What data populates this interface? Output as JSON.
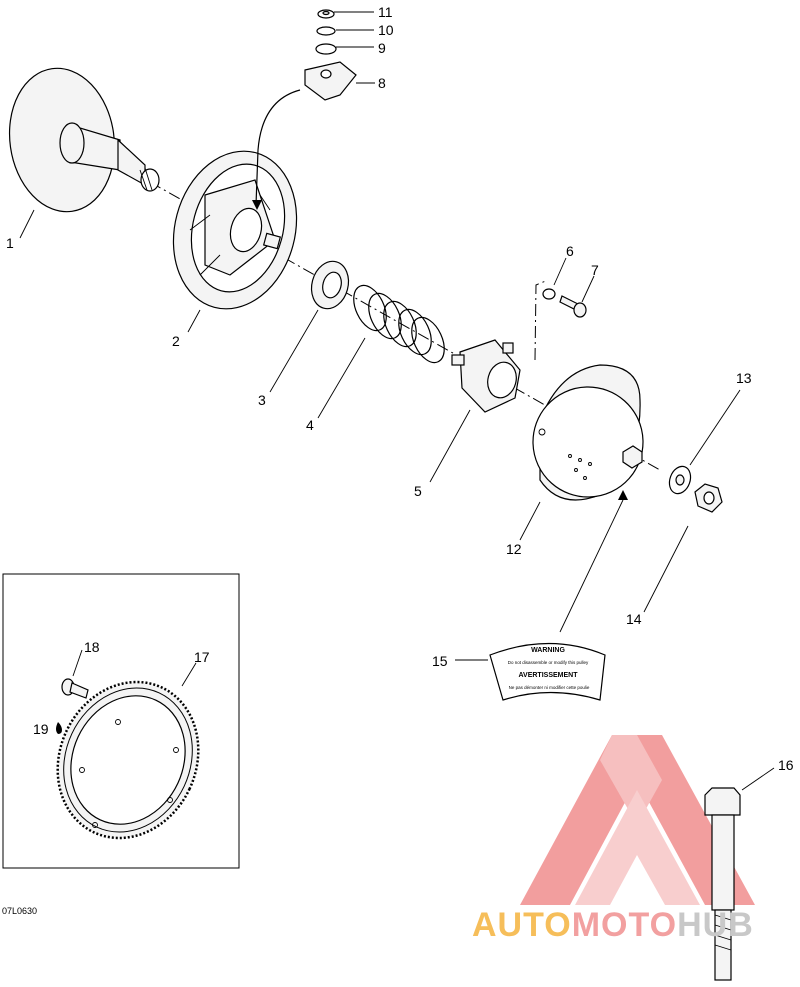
{
  "callouts": [
    {
      "id": "1",
      "text": "1"
    },
    {
      "id": "2",
      "text": "2"
    },
    {
      "id": "3",
      "text": "3"
    },
    {
      "id": "4",
      "text": "4"
    },
    {
      "id": "5",
      "text": "5"
    },
    {
      "id": "6",
      "text": "6"
    },
    {
      "id": "7",
      "text": "7"
    },
    {
      "id": "8",
      "text": "8"
    },
    {
      "id": "9",
      "text": "9"
    },
    {
      "id": "10",
      "text": "10"
    },
    {
      "id": "11",
      "text": "11"
    },
    {
      "id": "12",
      "text": "12"
    },
    {
      "id": "13",
      "text": "13"
    },
    {
      "id": "14",
      "text": "14"
    },
    {
      "id": "15",
      "text": "15"
    },
    {
      "id": "16",
      "text": "16"
    },
    {
      "id": "17",
      "text": "17"
    },
    {
      "id": "18",
      "text": "18"
    },
    {
      "id": "19",
      "text": "19"
    }
  ],
  "label_sticker": {
    "header1": "WARNING",
    "line1": "Do not disassemble or modify this pulley",
    "header2": "AVERTISSEMENT",
    "line2": "Ne pas démonter ni modifier cette poulie"
  },
  "figure_code": "07L0630",
  "watermark": {
    "part1": "AUTO",
    "part2": "MOTO",
    "part3": "HUB",
    "colors": {
      "part1": "#f6be5a",
      "part2": "#f2a0a0",
      "part3": "#c8c8c8",
      "logo": "#f08e8e"
    }
  }
}
